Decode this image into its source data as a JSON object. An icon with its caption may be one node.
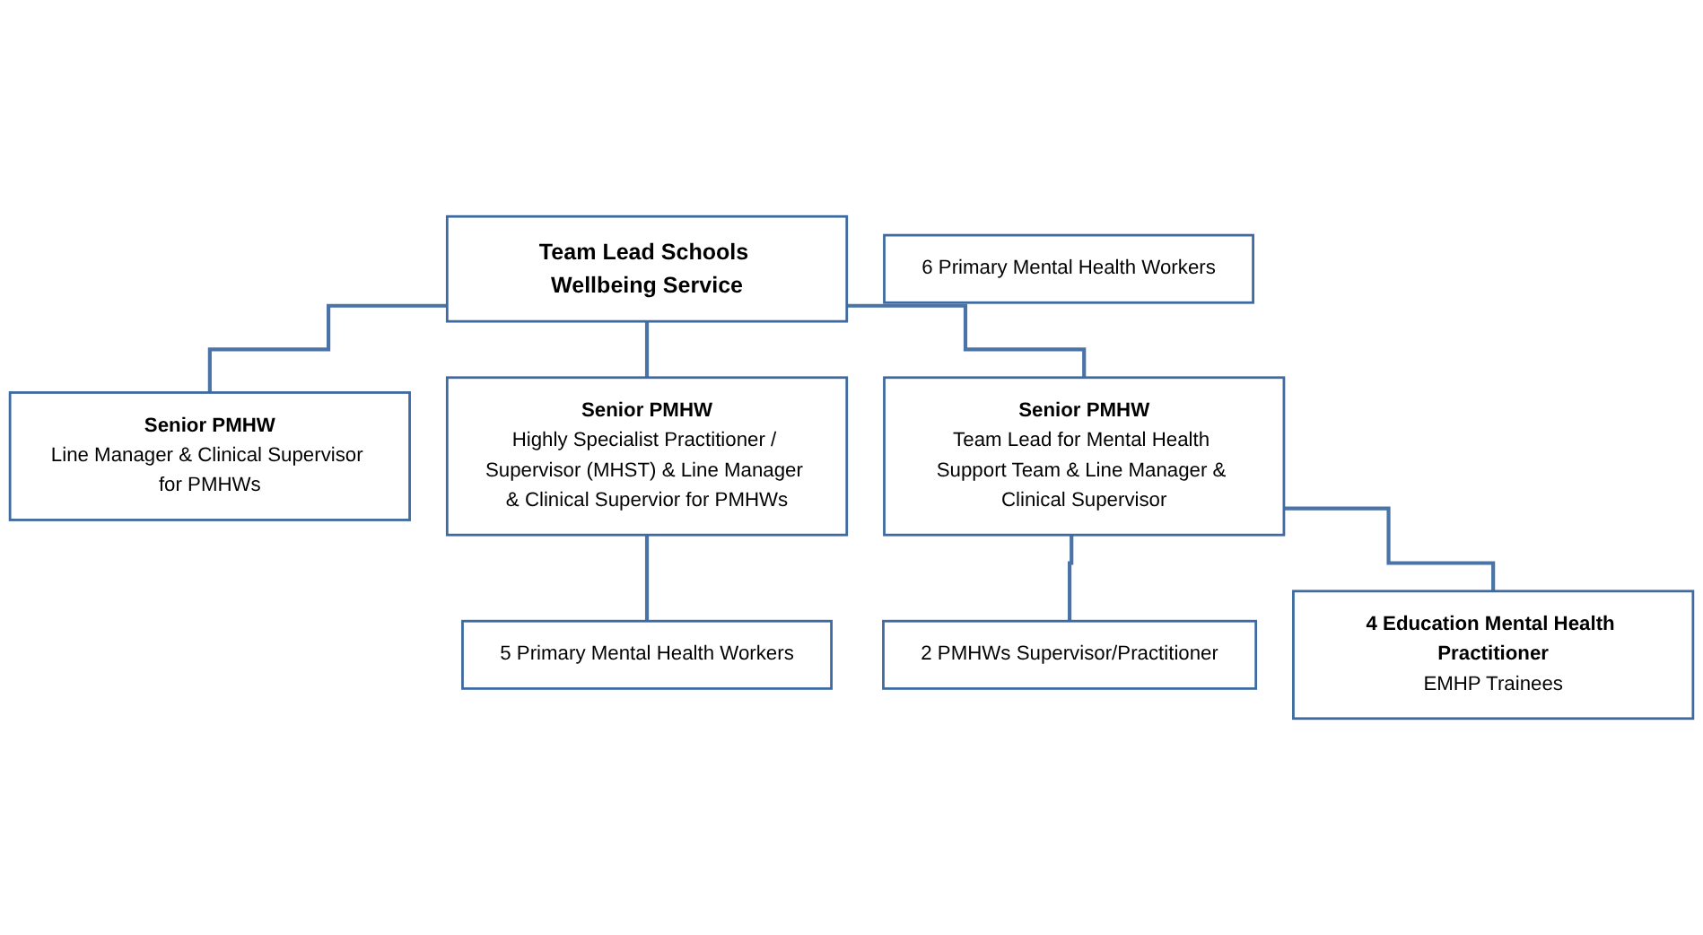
{
  "diagram": {
    "nodes": [
      {
        "text": [
          "Team Lead Schools Wellbeing Service"
        ]
      },
      {
        "text": [
          "Senior PMHW",
          "Line Manager & Clinical Supervisor for PMHWs"
        ]
      },
      {
        "text": [
          "Senior PMHW",
          "Highly Specialist Practitioner / Supervisor (MHST) & Line Manager & Clinical Supervior for PMHWs"
        ]
      },
      {
        "text": [
          "Senior PMHW",
          "Team Lead for Mental Health Support Team & Line Manager & Clinical Supervisor"
        ]
      },
      {
        "text": [
          "6 Primary Mental Health Workers"
        ]
      },
      {
        "text": [
          "5 Primary Mental Health Workers"
        ]
      },
      {
        "text": [
          "2 PMHWs Supervisor/Practitioner"
        ]
      },
      {
        "text": [
          "4 Education Mental Health Practitioner",
          "EMHP Trainees"
        ]
      }
    ],
    "edges": [
      {
        "from": 0,
        "to": 1,
        "arrow": "none"
      },
      {
        "from": 0,
        "to": 2,
        "arrow": "none"
      },
      {
        "from": 0,
        "to": 3,
        "arrow": "none"
      },
      {
        "from": 2,
        "to": 5,
        "arrow": "none"
      },
      {
        "from": 3,
        "to": 6,
        "arrow": "none"
      },
      {
        "from": 3,
        "to": 7,
        "arrow": "none"
      }
    ]
  }
}
